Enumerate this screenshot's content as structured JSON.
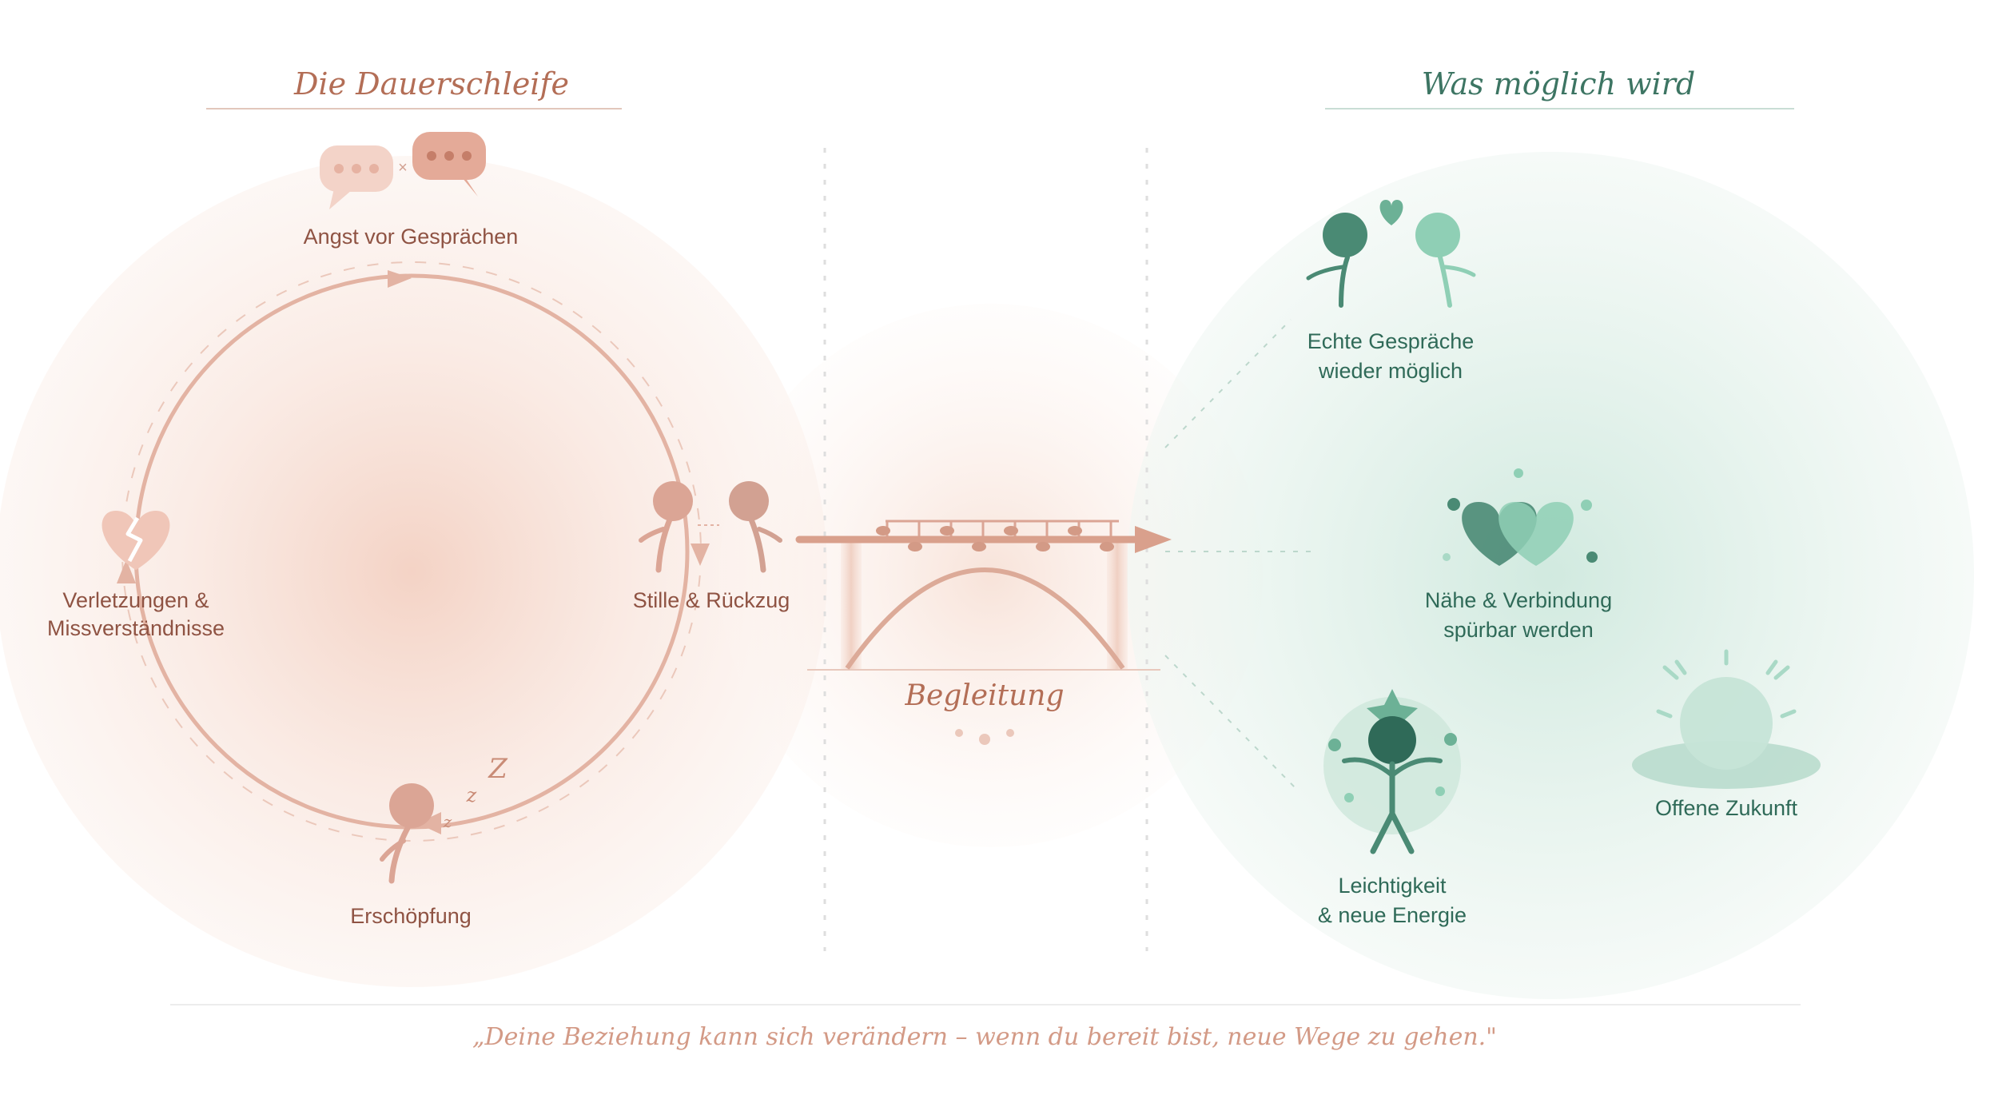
{
  "left_panel": {
    "title": "Die Dauerschleife",
    "stages": {
      "top": "Angst vor Gesprächen",
      "right": "Stille & Rückzug",
      "bottom": "Erschöpfung",
      "left_line1": "Verletzungen &",
      "left_line2": "Missverständnisse"
    },
    "sleep_letters": [
      "Z",
      "z",
      "z"
    ]
  },
  "bridge": {
    "label": "Begleitung"
  },
  "right_panel": {
    "title": "Was möglich wird",
    "outcomes": {
      "conversations_line1": "Echte Gespräche",
      "conversations_line2": "wieder möglich",
      "closeness_line1": "Nähe & Verbindung",
      "closeness_line2": "spürbar werden",
      "lightness_line1": "Leichtigkeit",
      "lightness_line2": "& neue Energie",
      "future": "Offene Zukunft"
    }
  },
  "quote": "„Deine Beziehung kann sich verändern – wenn du bereit bist, neue Wege zu gehen.\"",
  "colors": {
    "rose_text": "#b36e56",
    "rose_stage_text": "#8f5343",
    "rose_icon": "#dba595",
    "rose_line": "#e3b3a3",
    "green_title": "#3d7563",
    "green_text": "#2f6a58",
    "green_dark": "#4a8a74",
    "green_light": "#8fcfb5",
    "quote_text": "#d39a86"
  }
}
